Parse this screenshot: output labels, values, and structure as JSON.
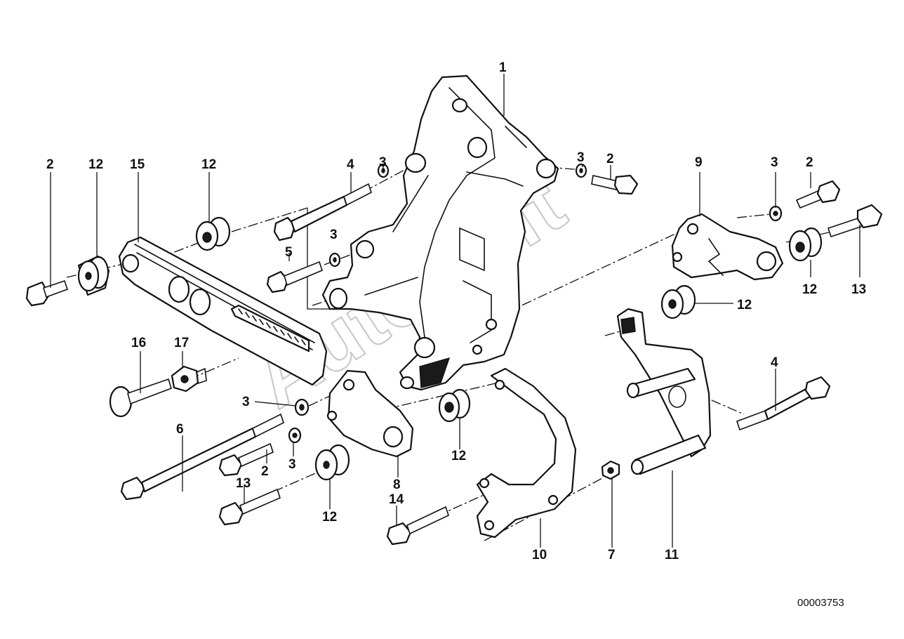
{
  "diagram": {
    "document_number": "00003753",
    "watermark": "AutoSoft",
    "callouts": {
      "c1": "1",
      "c2a": "2",
      "c2b": "2",
      "c2c": "2",
      "c2d": "2",
      "c3a": "3",
      "c3b": "3",
      "c3c": "3",
      "c3d": "3",
      "c3e": "3",
      "c3f": "3",
      "c4a": "4",
      "c4b": "4",
      "c5": "5",
      "c6": "6",
      "c7": "7",
      "c8": "8",
      "c9": "9",
      "c10": "10",
      "c11": "11",
      "c12a": "12",
      "c12b": "12",
      "c12c": "12",
      "c12d": "12",
      "c12e": "12",
      "c12f": "12",
      "c13a": "13",
      "c13b": "13",
      "c14": "14",
      "c15": "15",
      "c16": "16",
      "c17": "17"
    }
  }
}
